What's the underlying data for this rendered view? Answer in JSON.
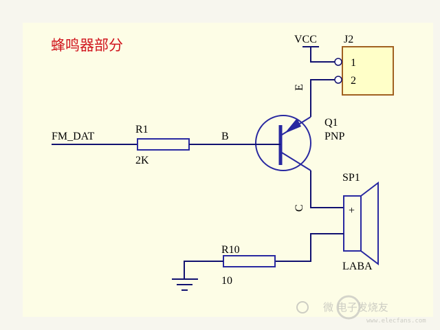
{
  "title": "蜂鸣器部分",
  "labels": {
    "vcc": "VCC",
    "j2": "J2",
    "pin1": "1",
    "pin2": "2",
    "emitter": "E",
    "base": "B",
    "collector": "C",
    "q1": "Q1",
    "pnp": "PNP",
    "fm_dat": "FM_DAT",
    "r1": "R1",
    "r1_value": "2K",
    "sp1": "SP1",
    "speaker_plus": "+",
    "laba": "LABA",
    "r10": "R10",
    "r10_value": "10"
  },
  "watermark": {
    "text": "微 电子发烧友",
    "url": "www.elecfans.com"
  },
  "colors": {
    "wire": "#101070",
    "component": "#2828a0",
    "title": "#d0141c",
    "connector_fill": "#ffffc8",
    "connector_border": "#a06020"
  }
}
